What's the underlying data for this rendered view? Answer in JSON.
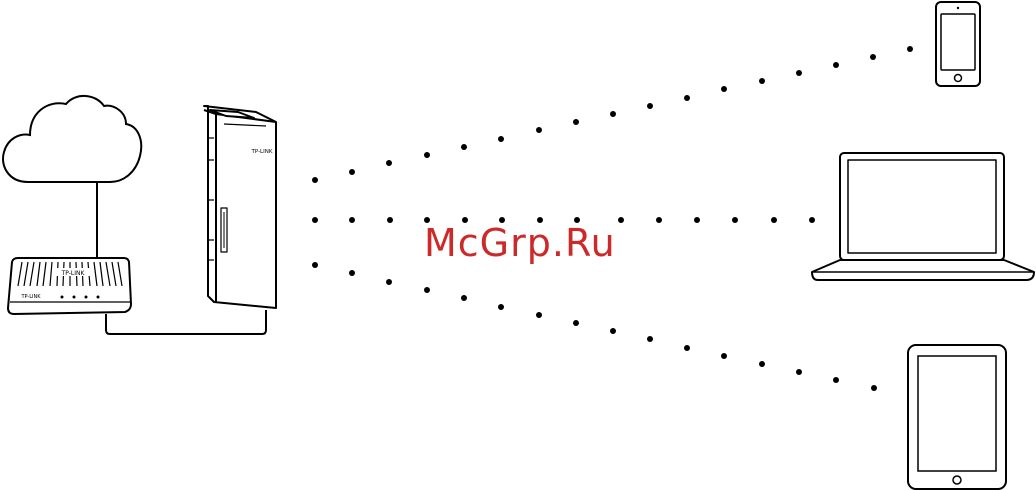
{
  "colors": {
    "line": "#000000",
    "background": "#ffffff",
    "watermark": "#cc2a2a"
  },
  "labels": {
    "router_brand": "TP-LINK",
    "cpe_brand": "TP-LINK",
    "watermark": "McGrp.Ru"
  },
  "icons": {
    "cloud": "cloud-icon",
    "router": "router-icon",
    "cpe": "outdoor-cpe-icon",
    "phone": "smartphone-icon",
    "laptop": "laptop-icon",
    "tablet": "tablet-icon"
  }
}
